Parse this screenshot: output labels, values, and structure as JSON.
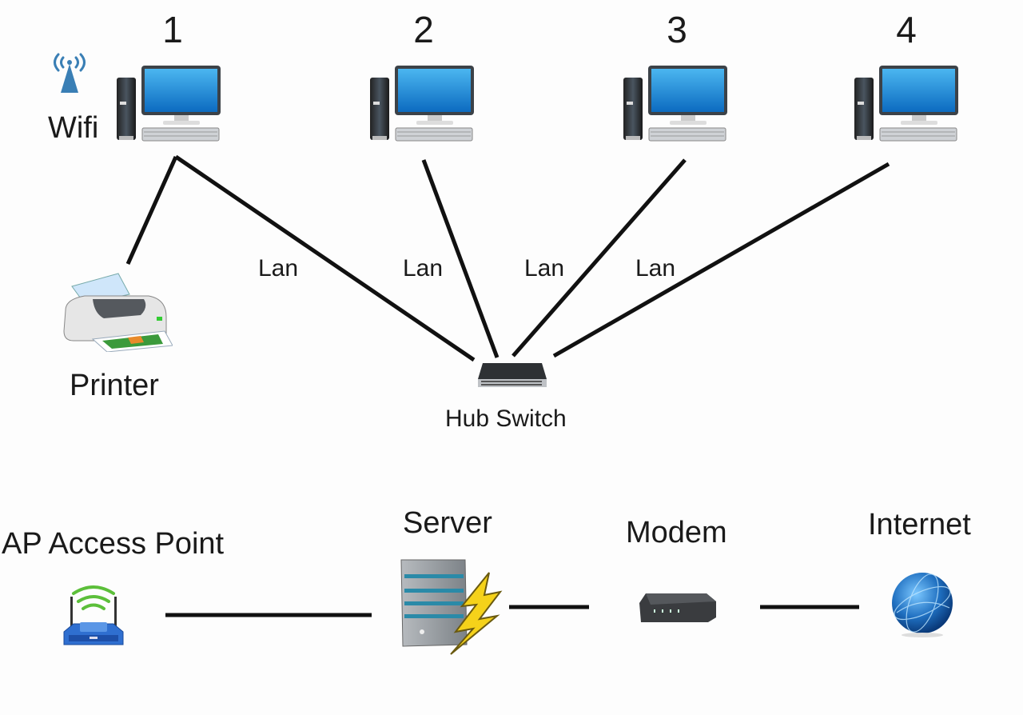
{
  "diagram": {
    "computers": [
      {
        "number": "1",
        "label": "Wifi"
      },
      {
        "number": "2"
      },
      {
        "number": "3"
      },
      {
        "number": "4"
      }
    ],
    "printer": {
      "label": "Printer"
    },
    "hub_switch": {
      "label": "Hub Switch"
    },
    "link_labels": [
      "Lan",
      "Lan",
      "Lan",
      "Lan"
    ],
    "bottom_row": {
      "access_point": {
        "label": "AP Access Point"
      },
      "server": {
        "label": "Server"
      },
      "modem": {
        "label": "Modem"
      },
      "internet": {
        "label": "Internet"
      }
    },
    "icons": {
      "wifi": "wifi-antenna-icon",
      "computer": "desktop-computer-icon",
      "printer": "printer-icon",
      "switch": "network-switch-icon",
      "access_point": "wireless-router-icon",
      "server": "server-icon",
      "modem": "modem-icon",
      "internet": "globe-icon"
    },
    "colors": {
      "line": "#111111",
      "screen": "#1f8fd8",
      "wifi": "#3a7fb5",
      "router": "#2f6fd0",
      "globe": "#1f6fc0"
    }
  }
}
